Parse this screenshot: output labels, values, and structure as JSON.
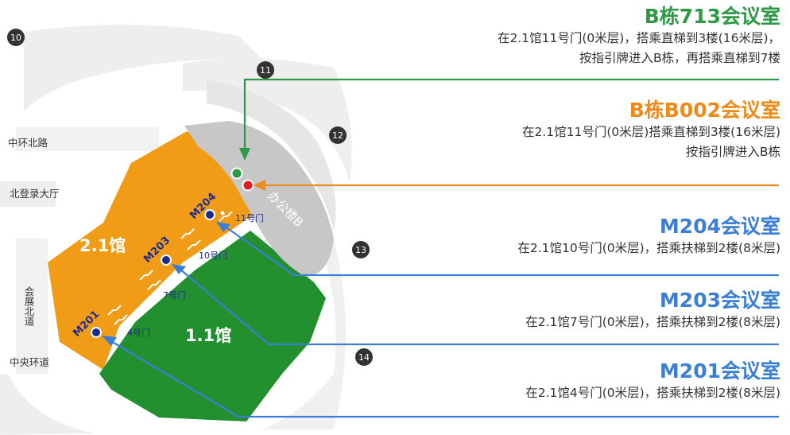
{
  "map": {
    "roads": {
      "zhonghuan_north": "中环北路",
      "north_hall": "北登录大厅",
      "huizhan_north": "会展北道",
      "zhongyang": "中央环道"
    },
    "halls": {
      "hall_21": "2.1馆",
      "hall_11": "1.1馆",
      "office_b": "办公楼B"
    },
    "gates": {
      "gate_11": "11号门",
      "gate_10": "10号门",
      "gate_7": "7号门",
      "gate_4": "4号门"
    },
    "room_labels": {
      "m204": "M204",
      "m203": "M203",
      "m201": "M201"
    },
    "markers": {
      "m10": "10",
      "m11": "11",
      "m12": "12",
      "m13": "13",
      "m14": "14"
    }
  },
  "rooms": [
    {
      "title": "B栋713会议室",
      "color": "#2e9a46",
      "lines": [
        "在2.1馆11号门(0米层)，搭乘直梯到3楼(16米层)，",
        "按指引牌进入B栋，再搭乘直梯到7楼"
      ]
    },
    {
      "title": "B栋B002会议室",
      "color": "#ec8a1a",
      "lines": [
        "在2.1馆11号门(0米层)搭乘直梯到3楼(16米层)",
        "按指引牌进入B栋"
      ]
    },
    {
      "title": "M204会议室",
      "color": "#3a7fd5",
      "lines": [
        "在2.1馆10号门(0米层)，搭乘扶梯到2楼(8米层)"
      ]
    },
    {
      "title": "M203会议室",
      "color": "#3a7fd5",
      "lines": [
        "在2.1馆7号门(0米层)，搭乘扶梯到2楼(8米层)"
      ]
    },
    {
      "title": "M201会议室",
      "color": "#3a7fd5",
      "lines": [
        "在2.1馆4号门(0米层)，搭乘扶梯到2楼(8米层)"
      ]
    }
  ],
  "colors": {
    "hall_21": "#f09c16",
    "hall_11": "#23902f",
    "building_gray": "#c7c7c7",
    "route_green": "#2e9a46",
    "route_orange": "#ec8a1a",
    "route_blue": "#3a7fd5",
    "room_label": "#1f2b8c",
    "marker_dark": "#333333",
    "marker_red": "#e02020"
  },
  "icons": [
    "escalator-icon",
    "elevator-marker",
    "location-dot"
  ]
}
